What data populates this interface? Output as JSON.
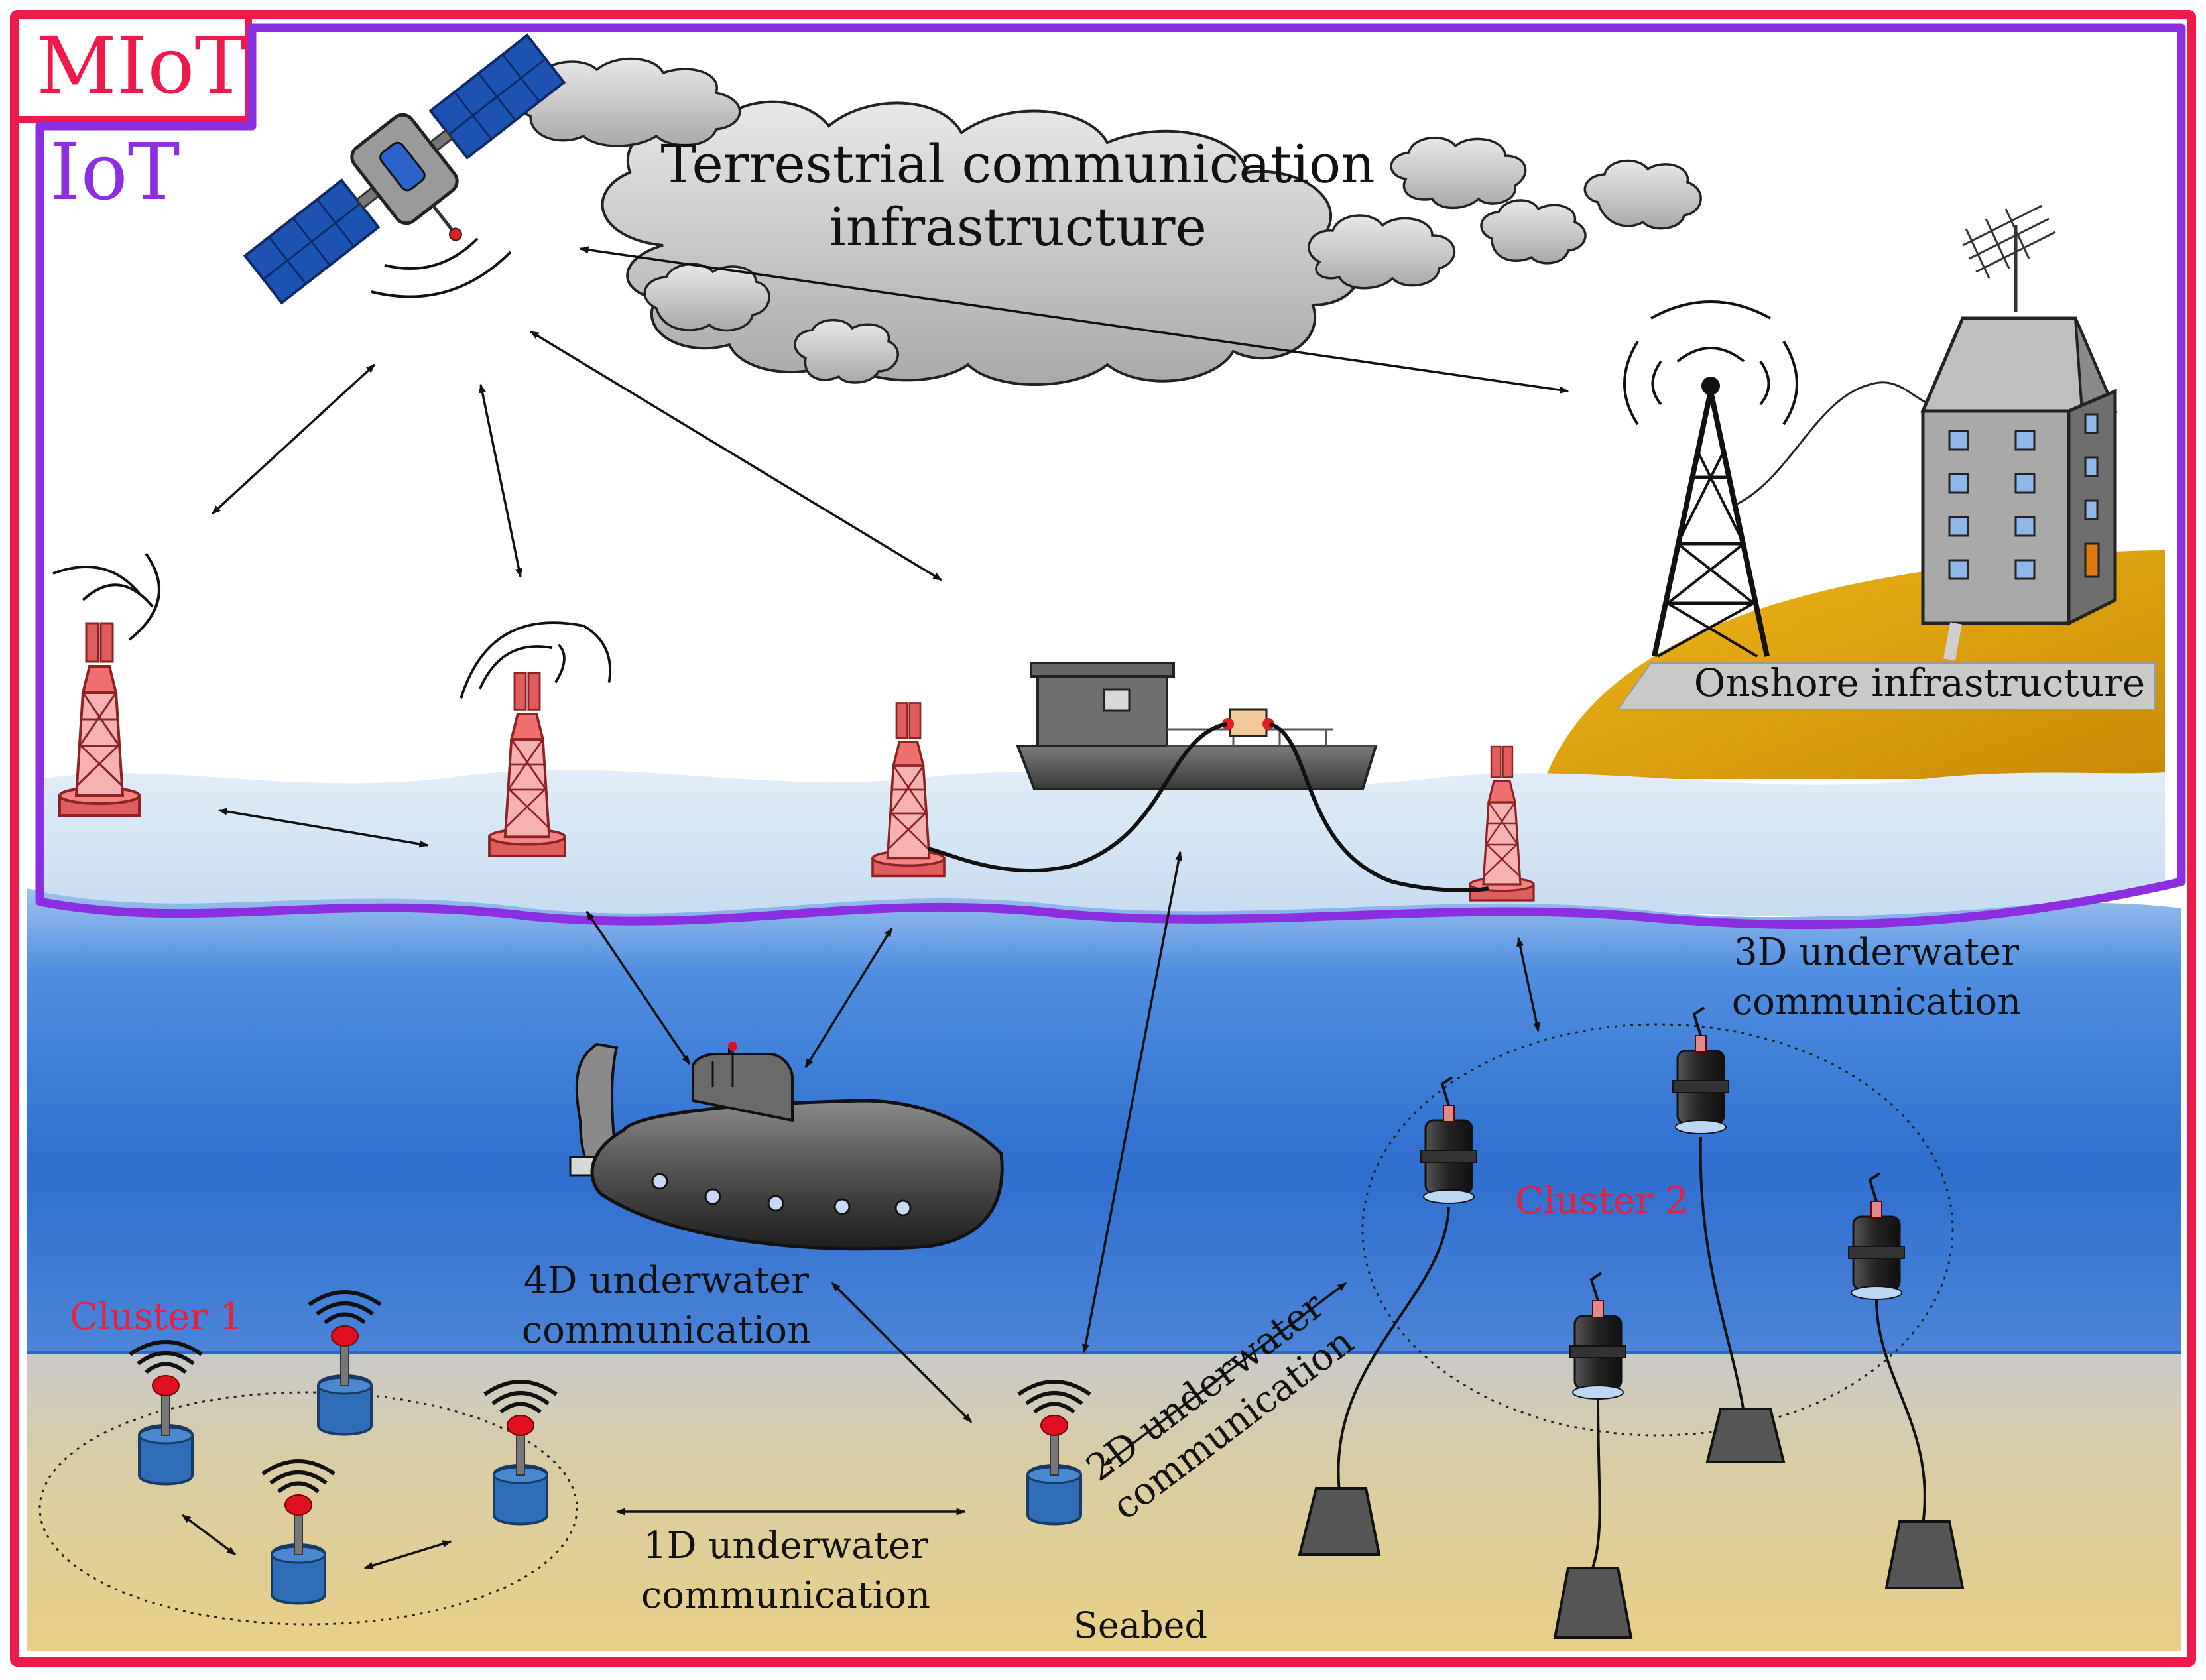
{
  "labels": {
    "miot": "MIoT",
    "iot": "IoT",
    "cloud_line1": "Terrestrial communication",
    "cloud_line2": "infrastructure",
    "onshore": "Onshore infrastructure",
    "comm3d_line1": "3D underwater",
    "comm3d_line2": "communication",
    "comm4d_line1": "4D underwater",
    "comm4d_line2": "communication",
    "comm2d_line1": "2D underwater",
    "comm2d_line2": "communication",
    "comm1d_line1": "1D underwater",
    "comm1d_line2": "communication",
    "cluster1": "Cluster 1",
    "cluster2": "Cluster 2",
    "seabed": "Seabed"
  },
  "colors": {
    "miot_border": "#f0194b",
    "iot_border": "#8b2fe0",
    "sky": "#ffffff",
    "surface_water": "#cfe2f3",
    "deep_water": "#3a78d4",
    "seabed": "#e4cf8f",
    "island": "#e8a90f",
    "buoy": "#f07070",
    "node": "#2e6db3",
    "node_cap": "#e01020",
    "cluster_label": "#e8203c"
  }
}
